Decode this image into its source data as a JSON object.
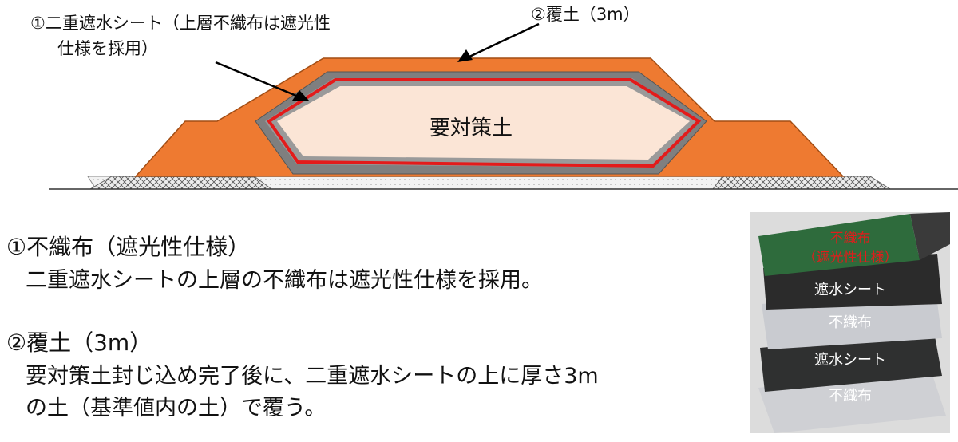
{
  "diagram": {
    "callout1_line1": "①二重遮水シート（上層不織布は遮光性",
    "callout1_line2": "仕様を採用）",
    "callout2": "②覆土（3m）",
    "core_label": "要対策土",
    "colors": {
      "cover_soil": "#ee7a31",
      "outer_sheet": "#7f7f7f",
      "red_line": "#e31b1b",
      "core_fill": "#fbe5d6",
      "base_fill": "#e9e9e9"
    }
  },
  "section1": {
    "heading": "①不織布（遮光性仕様）",
    "text": "二重遮水シートの上層の不織布は遮光性仕様を採用。"
  },
  "section2": {
    "heading": "②覆土（3m）",
    "text_line1": "要対策土封じ込め完了後に、二重遮水シートの上に厚さ3m",
    "text_line2": "の土（基準値内の土）で覆う。"
  },
  "photo": {
    "label_top_line1": "不織布",
    "label_top_line2": "（遮光性仕様）",
    "label_sheet1": "遮水シート",
    "label_fabric1": "不織布",
    "label_sheet2": "遮水シート",
    "label_fabric2": "不織布"
  }
}
